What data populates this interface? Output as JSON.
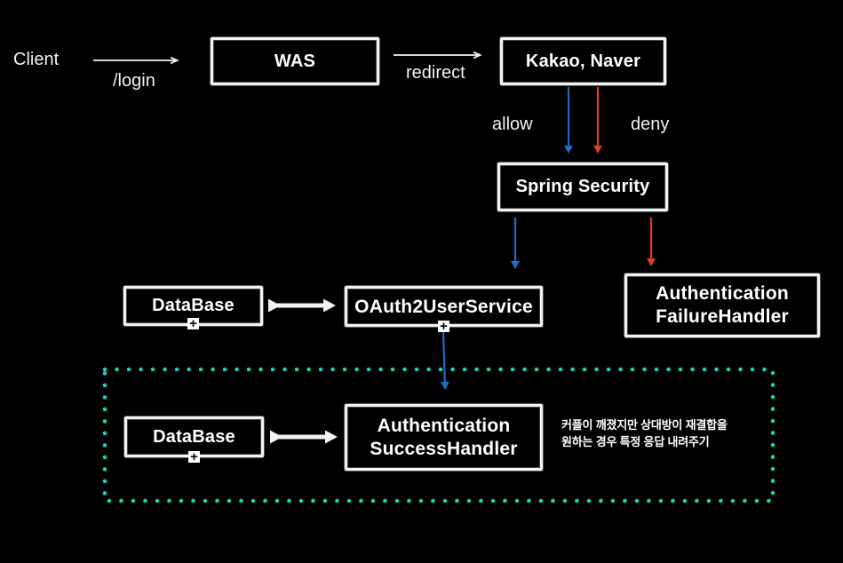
{
  "colors": {
    "bg": "#000000",
    "ink": "#f2f2f2",
    "blue": "#1b6ec2",
    "red": "#e03b26",
    "teal": "#23c9b6"
  },
  "icons": {
    "plus": "+"
  },
  "flow_labels": {
    "client": "Client",
    "login_path": "/login",
    "redirect": "redirect",
    "allow": "allow",
    "deny": "deny"
  },
  "nodes": {
    "was": {
      "label": "WAS"
    },
    "kakao_naver": {
      "label": "Kakao, Naver"
    },
    "spring_security": {
      "label": "Spring Security"
    },
    "database_upper": {
      "label": "DataBase"
    },
    "oauth2_user_service": {
      "label": "OAuth2UserService"
    },
    "authentication_failure_handler": {
      "line1": "Authentication",
      "line2": "FailureHandler"
    },
    "database_lower": {
      "label": "DataBase"
    },
    "authentication_success_handler": {
      "line1": "Authentication",
      "line2": "SuccessHandler"
    }
  },
  "annotation": {
    "line1": "커플이 깨졌지만 상대방이 재결합을",
    "line2": "원하는 경우 특정 응답 내려주기"
  }
}
